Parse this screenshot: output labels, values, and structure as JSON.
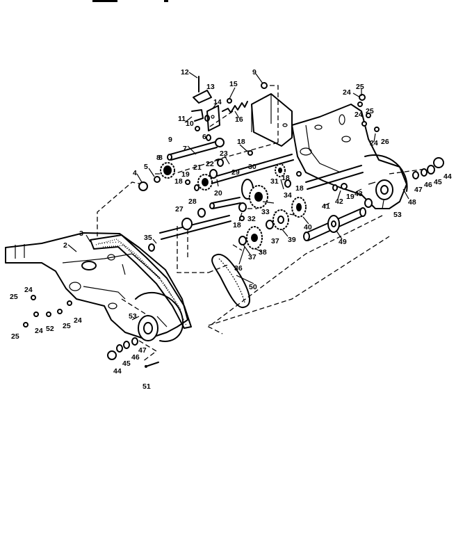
{
  "labels": [
    "12",
    "13",
    "9",
    "15",
    "14",
    "16",
    "11",
    "10",
    "6",
    "8",
    "9",
    "7",
    "23",
    "18",
    "4",
    "5",
    "8",
    "22",
    "21",
    "19",
    "18",
    "20",
    "29",
    "30",
    "31",
    "27",
    "28",
    "33",
    "34",
    "18",
    "32",
    "18",
    "3",
    "35",
    "36",
    "37",
    "38",
    "37",
    "39",
    "40",
    "41",
    "42",
    "43",
    "49",
    "50",
    "2",
    "24",
    "25",
    "25",
    "24",
    "52",
    "25",
    "24",
    "53",
    "47",
    "46",
    "45",
    "44",
    "51",
    "24",
    "25",
    "24",
    "25",
    "24",
    "26",
    "48",
    "47",
    "46",
    "45",
    "44",
    "53",
    "19",
    "18"
  ]
}
